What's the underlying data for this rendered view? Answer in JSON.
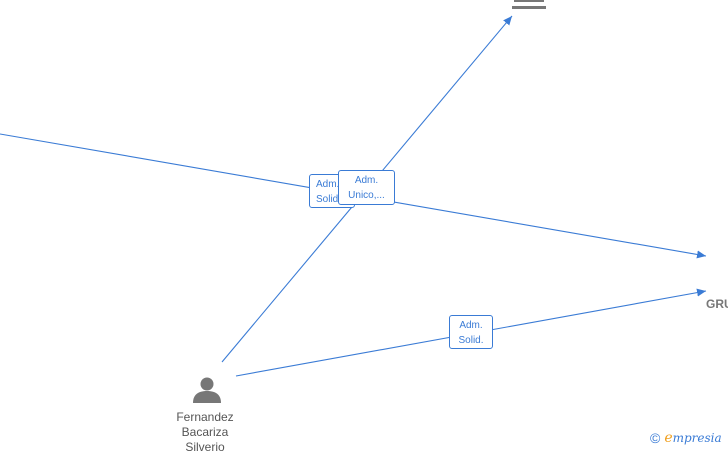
{
  "person": {
    "name_lines": [
      "Fernandez",
      "Bacariza",
      "Silverio"
    ],
    "icon": "person-icon"
  },
  "companies": [
    {
      "name": "",
      "icon": "building-icon"
    },
    {
      "name": "GRU",
      "icon": "company-node"
    }
  ],
  "edges": [
    {
      "label_lines": [
        "Adm.",
        "Solid."
      ]
    },
    {
      "label_lines": [
        "Adm.",
        "Unico,..."
      ]
    },
    {
      "label_lines": [
        "Adm.",
        "Solid."
      ]
    }
  ],
  "brand": {
    "copyright": "©",
    "e_letter": "e",
    "rest": "mpresia"
  },
  "colors": {
    "edge": "#3a7bd5",
    "node_icon": "#777777",
    "brand_accent": "#f0a020"
  }
}
